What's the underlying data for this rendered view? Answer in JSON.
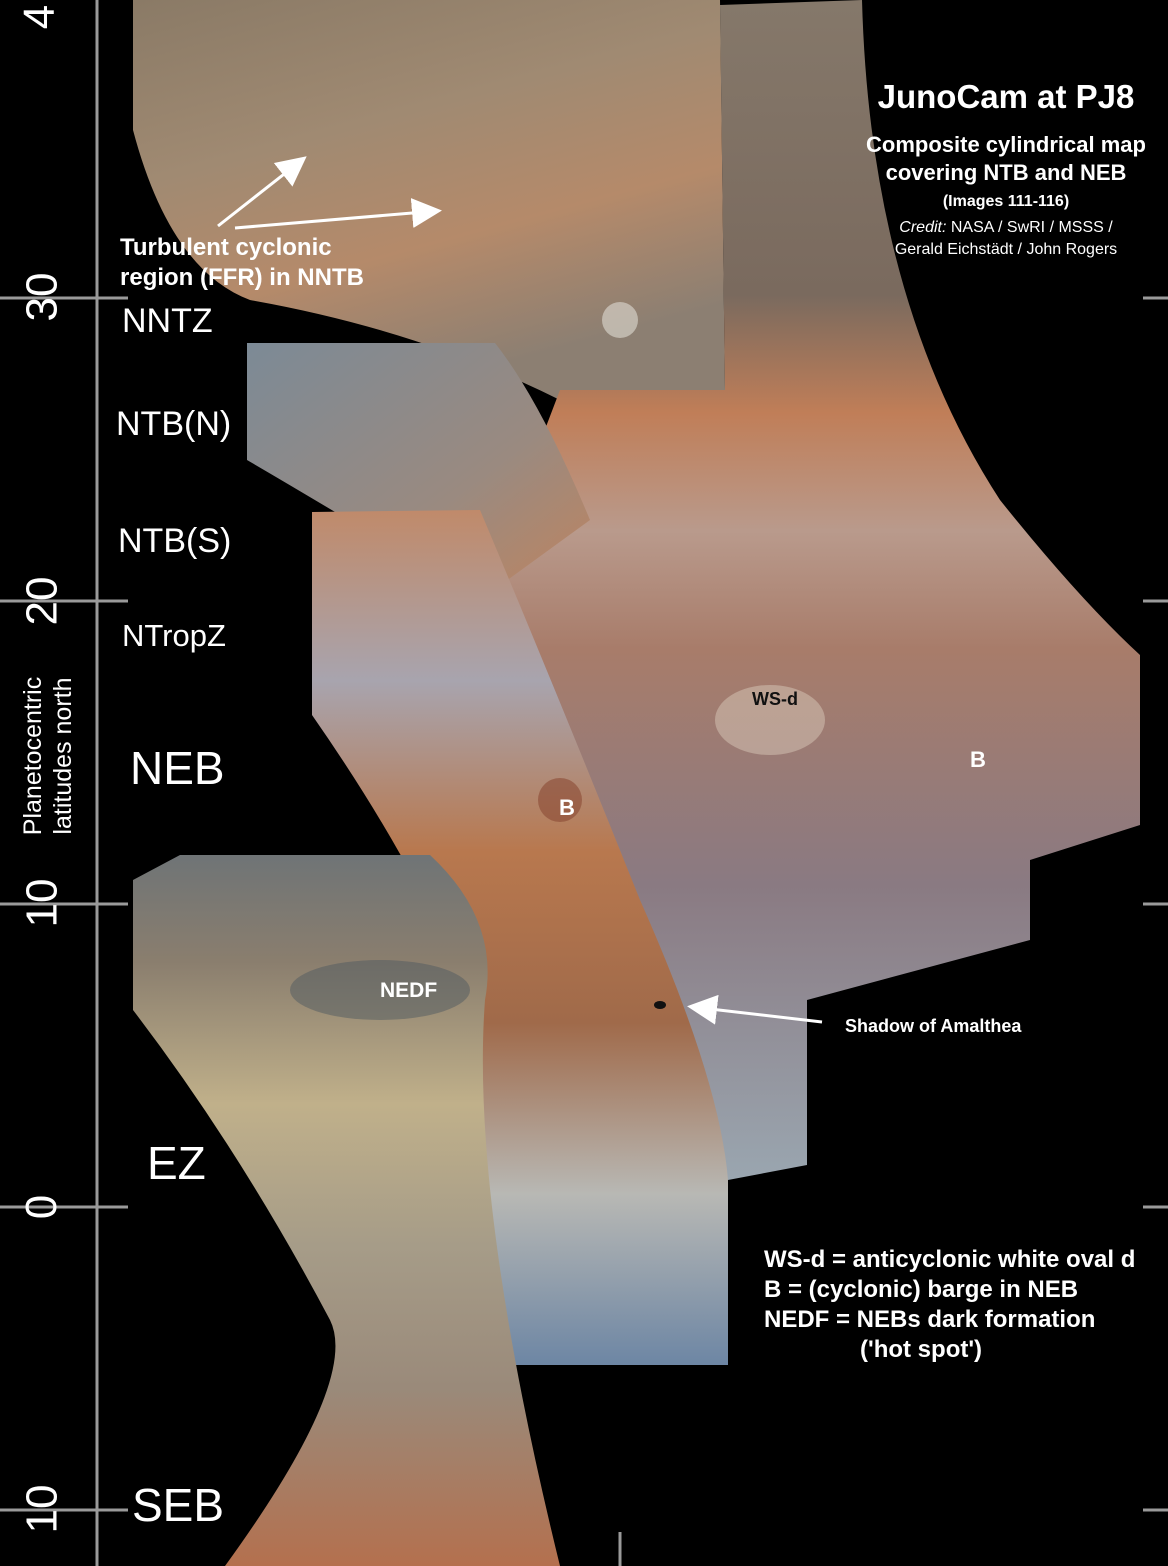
{
  "title": "JunoCam at PJ8",
  "subtitle_line1": "Composite cylindrical map",
  "subtitle_line2": "covering NTB and NEB",
  "images": "(Images 111-116)",
  "credit_label": "Credit:",
  "credit_line1": "NASA / SwRI / MSSS /",
  "credit_line2": "Gerald Eichstädt / John Rogers",
  "axis": {
    "label_line1": "Planetocentric",
    "label_line2": "latitudes north",
    "ticks": [
      "4",
      "30",
      "20",
      "10",
      "0",
      "10"
    ]
  },
  "zones": [
    "NNTZ",
    "NTB(N)",
    "NTB(S)",
    "NTropZ",
    "NEB",
    "EZ",
    "SEB"
  ],
  "annotations": {
    "ffr_line1": "Turbulent cyclonic",
    "ffr_line2": "region (FFR) in NNTB",
    "wsd": "WS-d",
    "barge1": "B",
    "barge2": "B",
    "nedf": "NEDF",
    "amalthea": "Shadow of Amalthea"
  },
  "legend": [
    "WS-d = anticyclonic white oval d",
    "B = (cyclonic) barge in NEB",
    "NEDF = NEBs dark formation",
    "('hot spot')"
  ]
}
